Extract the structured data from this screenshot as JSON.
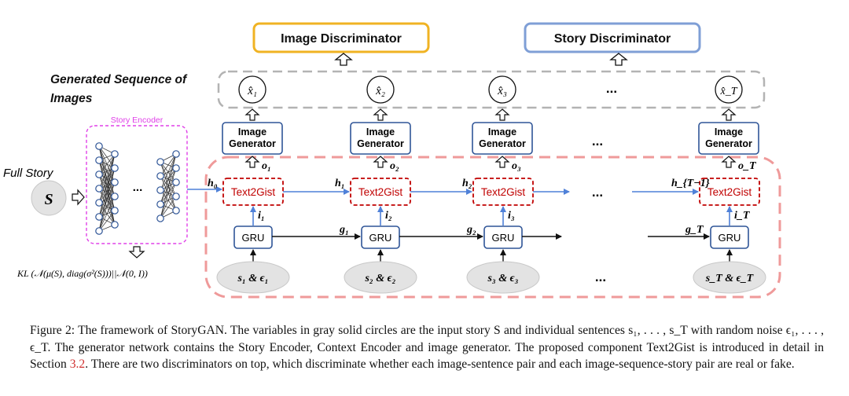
{
  "diagram": {
    "image_discriminator": "Image Discriminator",
    "story_discriminator": "Story Discriminator",
    "generated_sequence_label": "Generated Sequence of Images",
    "story_encoder_label": "Story Encoder",
    "full_story_label": "Full Story",
    "story_symbol": "S",
    "image_generator_label": "Image Generator",
    "text2gist_label": "Text2Gist",
    "gru_label": "GRU",
    "ellipsis": "...",
    "kl_formula": "KL (𝒩(μ(S), diag(σ²(S)))||𝒩(0, I))",
    "images": [
      "x̂₁",
      "x̂₂",
      "x̂₃",
      "x̂_T"
    ],
    "outputs": [
      "o₁",
      "o₂",
      "o₃",
      "o_T"
    ],
    "inputs": [
      "i₁",
      "i₂",
      "i₃",
      "i_T"
    ],
    "hidden_states": [
      "h₀",
      "h₁",
      "h₂",
      "h_{T−1}"
    ],
    "gist_states": [
      "g₁",
      "g₂",
      "g_T"
    ],
    "sentences": [
      "s₁ & ϵ₁",
      "s₂ & ϵ₂",
      "s₃ & ϵ₃",
      "s_T & ϵ_T"
    ]
  },
  "caption": {
    "prefix": "Figure 2: ",
    "text_before_ref": "The framework of StoryGAN. The variables in gray solid circles are the input story S and individual sentences s₁, . . . , s_T with random noise ϵ₁, . . . , ϵ_T. The generator network contains the Story Encoder, Context Encoder and image generator. The proposed component Text2Gist is introduced in detail in Section ",
    "section_ref": "3.2",
    "text_after_ref": ". There are two discriminators on top, which discriminate whether each image-sentence pair and each image-sequence-story pair are real or fake."
  },
  "colors": {
    "image_disc_border": "#f0b323",
    "story_disc_border": "#7f9fd6",
    "story_encoder_border": "#e040e8",
    "generator_border": "#2f5597",
    "text2gist_border": "#c00000",
    "big_dashed_border": "#ef9a9a",
    "gray_dashed_border": "#b3b3b3",
    "blue_arrow": "#4f81d8",
    "node_gray": "#e3e3e3"
  }
}
